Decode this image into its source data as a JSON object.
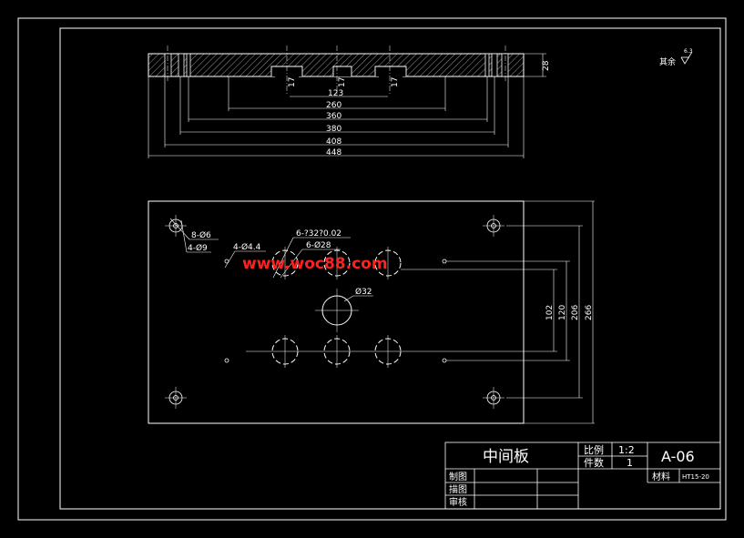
{
  "top_view": {
    "dims": [
      "123",
      "260",
      "360",
      "380",
      "408",
      "448"
    ],
    "thickness": "28",
    "small_labels": [
      "17",
      "17",
      "17"
    ]
  },
  "roughness": {
    "label": "其余",
    "value": "6.3"
  },
  "plan_view": {
    "callouts": {
      "d6": "8-Ø6",
      "d9": "4-Ø9",
      "d44": "4-Ø4.4",
      "d32tol": "6-?32?0.02",
      "d28": "6-Ø28",
      "center": "Ø32"
    },
    "vdims": [
      "102",
      "120",
      "206",
      "266"
    ]
  },
  "watermark": "www.woc88.com",
  "title_block": {
    "part_name": "中间板",
    "scale_label": "比例",
    "scale_value": "1:2",
    "qty_label": "件数",
    "qty_value": "1",
    "drawing_no": "A-06",
    "material_label": "材料",
    "material_value": "HT15-20",
    "rows": [
      "制图",
      "描图",
      "审核"
    ]
  },
  "colors": {
    "lines": "#ffffff",
    "watermark": "#ff2020",
    "background": "#000000"
  }
}
